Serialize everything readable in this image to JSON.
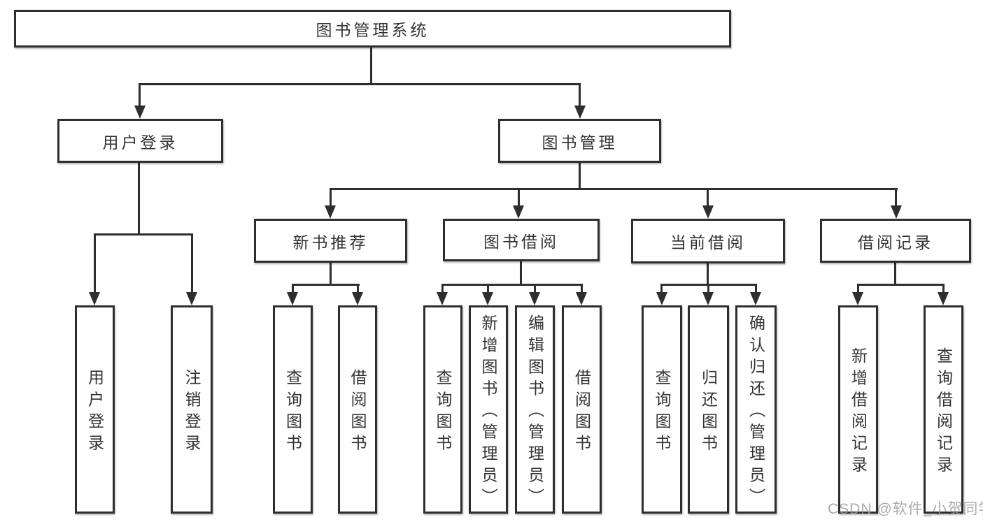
{
  "hierarchy": {
    "label": "图书管理系统",
    "children": [
      {
        "label": "用户登录",
        "children": [
          {
            "label": "用户登录"
          },
          {
            "label": "注销登录"
          }
        ]
      },
      {
        "label": "图书管理",
        "children": [
          {
            "label": "新书推荐",
            "children": [
              {
                "label": "查询图书"
              },
              {
                "label": "借阅图书"
              }
            ]
          },
          {
            "label": "图书借阅",
            "children": [
              {
                "label": "查询图书"
              },
              {
                "label": "新增图书（管理员）"
              },
              {
                "label": "编辑图书（管理员）"
              },
              {
                "label": "借阅图书"
              }
            ]
          },
          {
            "label": "当前借阅",
            "children": [
              {
                "label": "查询图书"
              },
              {
                "label": "归还图书"
              },
              {
                "label": "确认归还（管理员）"
              }
            ]
          },
          {
            "label": "借阅记录",
            "children": [
              {
                "label": "新增借阅记录"
              },
              {
                "label": "查询借阅记录"
              }
            ]
          }
        ]
      }
    ]
  },
  "watermark": {
    "text": "CSDN @软件_小贺同学"
  },
  "colors": {
    "line": "#2e2e2e",
    "text": "#333333",
    "background": "#ffffff",
    "watermark": "#969696"
  }
}
